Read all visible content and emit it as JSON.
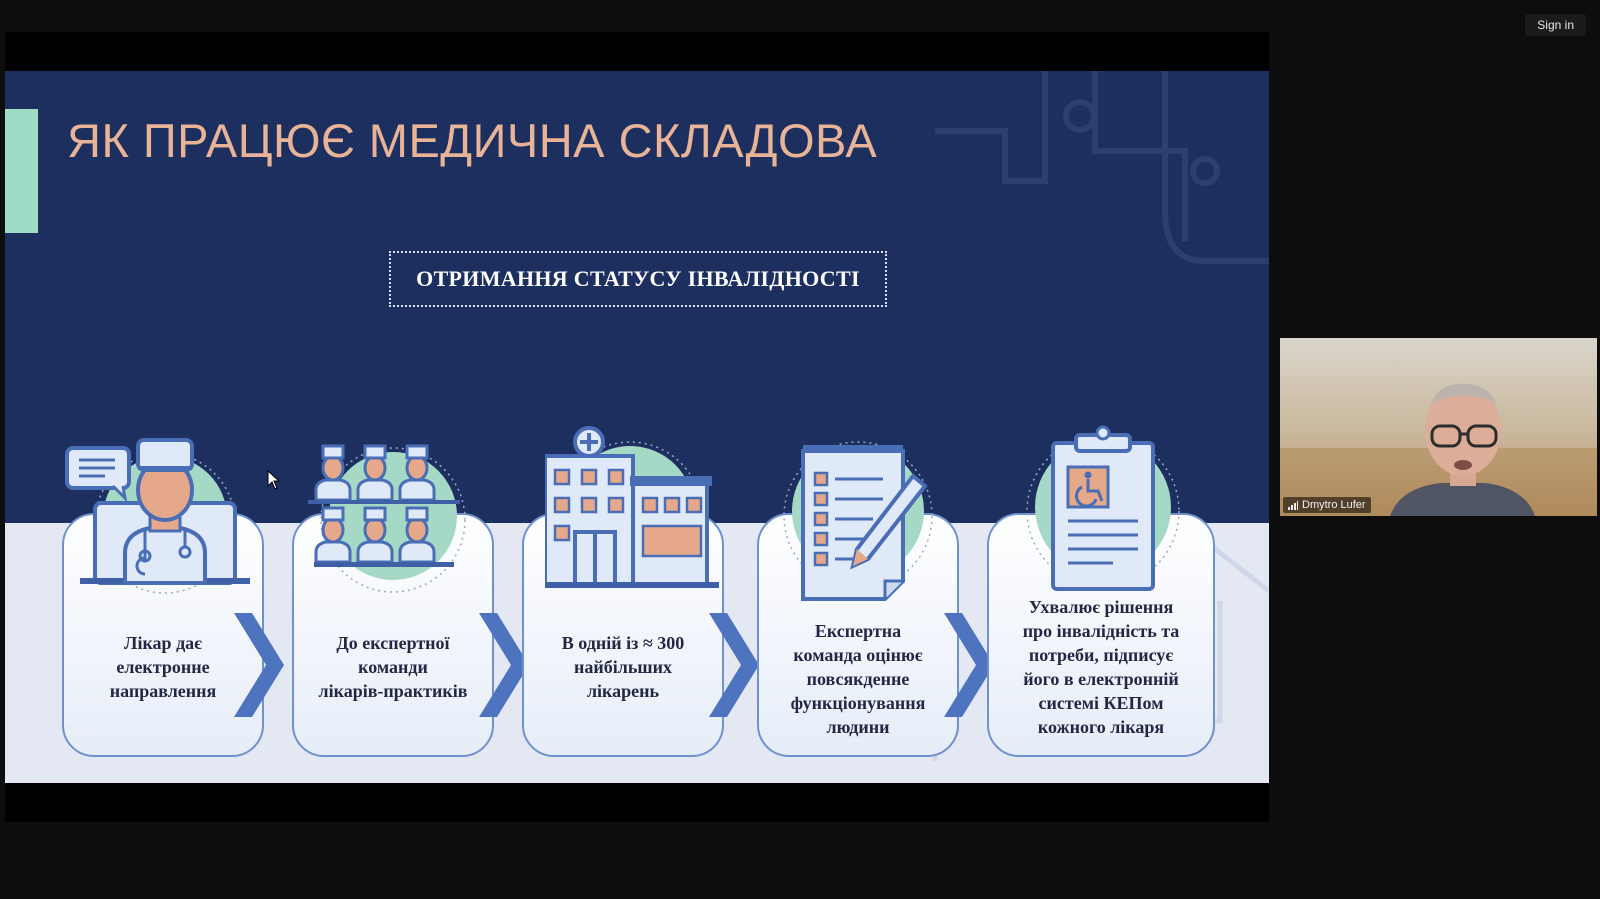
{
  "header": {
    "signin_label": "Sign in"
  },
  "slide": {
    "title": "ЯК ПРАЦЮЄ МЕДИЧНА СКЛАДОВА",
    "subtitle": "ОТРИМАННЯ СТАТУСУ ІНВАЛІДНОСТІ",
    "steps": [
      {
        "icon": "doctor-chat-icon",
        "lines": [
          "Лікар дає",
          "електронне",
          "направлення"
        ]
      },
      {
        "icon": "doctors-team-icon",
        "lines": [
          "До експертної",
          "команди",
          "лікарів-практиків"
        ]
      },
      {
        "icon": "hospital-icon",
        "lines": [
          "В одній із ≈ 300",
          "найбільших",
          "лікарень"
        ]
      },
      {
        "icon": "checklist-pen-icon",
        "lines": [
          "Експертна",
          "команда оцінює",
          "повсякденне",
          "функціонування",
          "людини"
        ]
      },
      {
        "icon": "wheelchair-clipboard-icon",
        "lines": [
          "Ухвалює рішення",
          "про інвалідність та",
          "потреби, підписує",
          "його в електронній",
          "системі КЕПом",
          "кожного лікаря"
        ]
      }
    ]
  },
  "participant": {
    "name": "Dmytro Lufer",
    "signal_icon": "signal-bars-icon"
  },
  "colors": {
    "slide_bg": "#1d2f5e",
    "title": "#e8b396",
    "accent": "#9fdcc5",
    "arrow": "#4f74bf"
  }
}
